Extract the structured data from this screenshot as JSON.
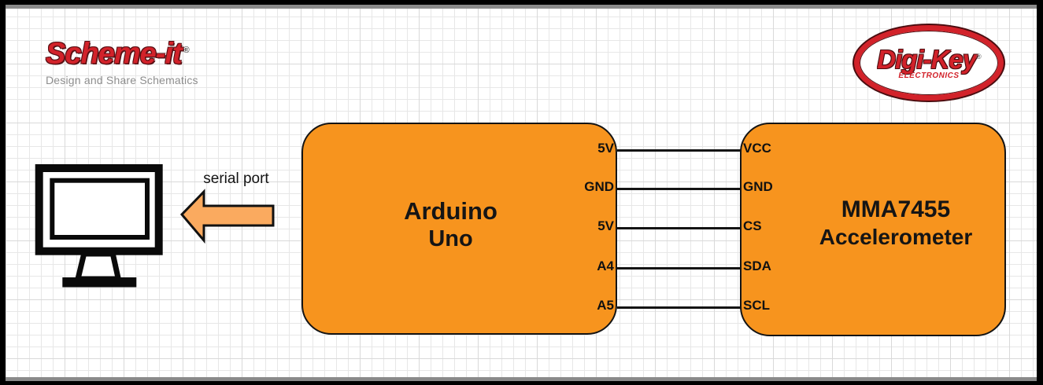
{
  "branding": {
    "scheme_it": {
      "name": "Scheme-it",
      "registered": "®",
      "tagline": "Design and Share Schematics"
    },
    "digi_key": {
      "name": "Digi-Key",
      "registered": "®",
      "sub": "ELECTRONICS"
    }
  },
  "diagram": {
    "serial_port_label": "serial port",
    "blocks": [
      {
        "id": "arduino-uno",
        "title": "Arduino",
        "subtitle": "Uno",
        "pin_side": "right",
        "pins": [
          "5V",
          "GND",
          "5V",
          "A4",
          "A5"
        ]
      },
      {
        "id": "mma7455",
        "title": "MMA7455",
        "subtitle": "Accelerometer",
        "pin_side": "left",
        "pins": [
          "VCC",
          "GND",
          "CS",
          "SDA",
          "SCL"
        ]
      }
    ],
    "connections": [
      {
        "from": "5V",
        "to": "VCC"
      },
      {
        "from": "GND",
        "to": "GND"
      },
      {
        "from": "5V",
        "to": "CS"
      },
      {
        "from": "A4",
        "to": "SDA"
      },
      {
        "from": "A5",
        "to": "SCL"
      }
    ],
    "icons": {
      "computer": "monitor-icon",
      "direction": "arrow-left-icon"
    }
  },
  "colors": {
    "block_fill": "#F7941E",
    "block_stroke": "#141414",
    "arrow_fill": "#FAAA5F",
    "logo_red": "#D2222A",
    "tagline_gray": "#8E8E8E",
    "wire_color": "#141414",
    "grid_minor": "#E7E7E7",
    "grid_major": "#D9D9D9",
    "frame_gray": "#8A8A8A"
  }
}
